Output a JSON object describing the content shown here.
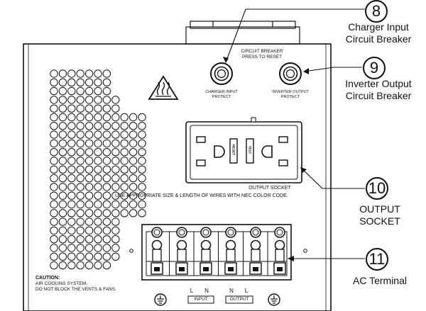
{
  "panel": {
    "breaker_header_line1": "CIRCUIT BREAKER",
    "breaker_header_line2": "PRESS TO RESET",
    "charger_breaker_label_line1": "CHARGER INPUT",
    "charger_breaker_label_line2": "PROTECT",
    "inverter_breaker_label_line1": "INVERTER OUTPUT",
    "inverter_breaker_label_line2": "PROTECT",
    "outlet_test": "TEST",
    "outlet_reset": "RESET",
    "output_socket_label": "OUTPUT SOCKET",
    "wire_notice": "USE APPROPRIATE SIZE & LENGTH OF WIRES WITH NEC COLOR CODE.",
    "caution_title": "CAUTION:",
    "caution_line1": "AIR COOLING SYSTEM,",
    "caution_line2": "DO NOT BLOCK THE VENTS & FANS.",
    "terminal_l1": "L",
    "terminal_n1": "N",
    "terminal_n2": "N",
    "terminal_l2": "L",
    "input_label": "INPUT",
    "output_label": "OUTPUT"
  },
  "callouts": [
    {
      "number": "8",
      "line1": "Charger Input",
      "line2": "Circuit Breaker"
    },
    {
      "number": "9",
      "line1": "Inverter Output",
      "line2": "Circuit Breaker"
    },
    {
      "number": "10",
      "line1": "OUTPUT",
      "line2": "SOCKET"
    },
    {
      "number": "11",
      "line1": "AC Terminal",
      "line2": ""
    }
  ]
}
